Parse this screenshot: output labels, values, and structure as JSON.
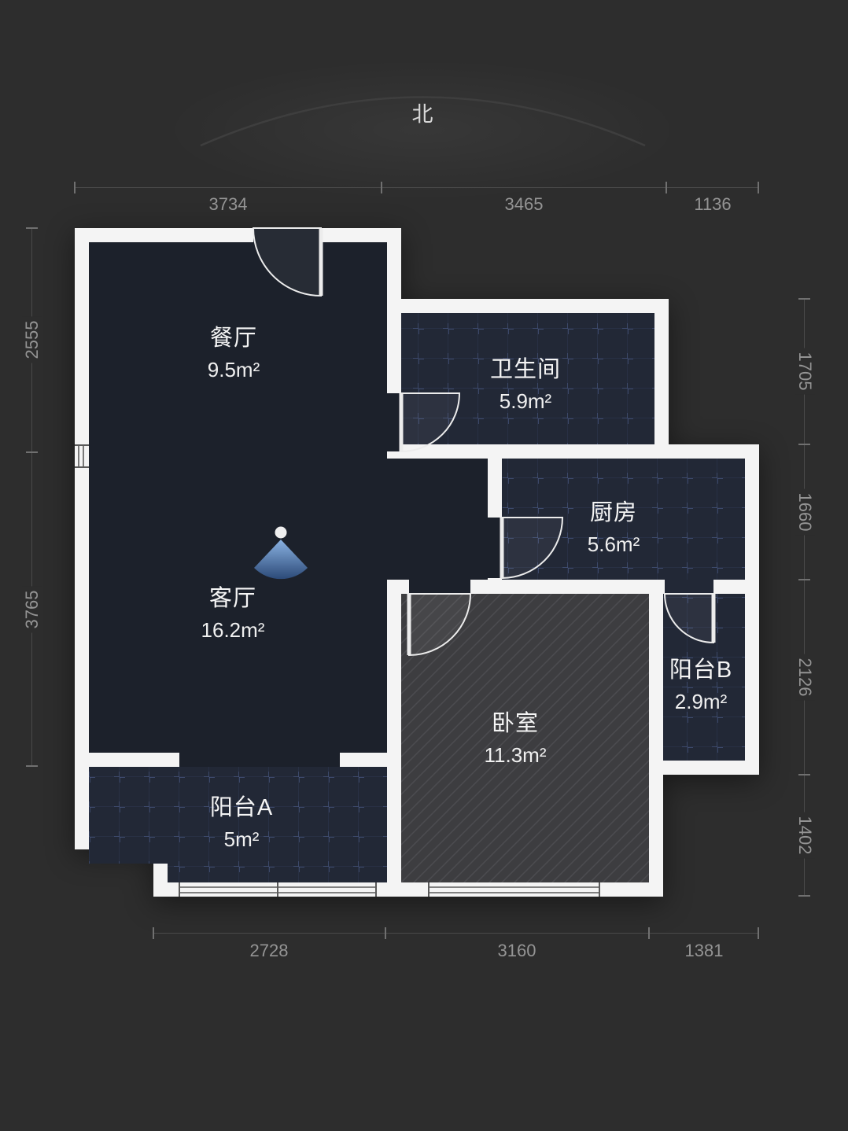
{
  "compass": {
    "north_label": "北"
  },
  "rooms": [
    {
      "name": "餐厅",
      "area": "9.5m²"
    },
    {
      "name": "卫生间",
      "area": "5.9m²"
    },
    {
      "name": "厨房",
      "area": "5.6m²"
    },
    {
      "name": "客厅",
      "area": "16.2m²"
    },
    {
      "name": "阳台B",
      "area": "2.9m²"
    },
    {
      "name": "卧室",
      "area": "11.3m²"
    },
    {
      "name": "阳台A",
      "area": "5m²"
    }
  ],
  "dimensions": {
    "top": [
      "3734",
      "3465",
      "1136"
    ],
    "bottom": [
      "2728",
      "3160",
      "1381"
    ],
    "left": [
      "2555",
      "3765"
    ],
    "right": [
      "1705",
      "1660",
      "2126",
      "1402"
    ]
  },
  "colors": {
    "background": "#2d2d2d",
    "wall": "#f4f4f4",
    "dark_room": "#1c212b",
    "tiled_room": "#222836",
    "bedroom_floor": "#3d3d40",
    "lamp_blue": "#4a76ad",
    "dim_text": "#949494"
  }
}
